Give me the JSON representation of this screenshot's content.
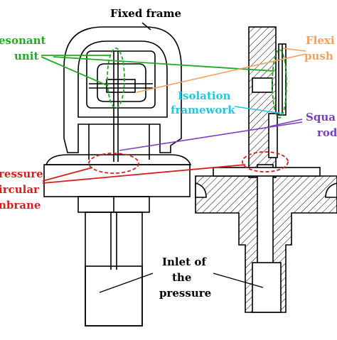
{
  "labels": {
    "fixed_frame": "Fixed frame",
    "resonant_unit_line1": "esonant",
    "resonant_unit_line2": "unit",
    "flexible_push_line1": "Flexi",
    "flexible_push_line2": "push",
    "isolation_line1": "Isolation",
    "isolation_line2": "framework",
    "square_rod_line1": "Squa",
    "square_rod_line2": "rod",
    "pressure_line1": "ressure",
    "pressure_line2": "ircular",
    "pressure_line3": "nbrane",
    "inlet_line1": "Inlet of",
    "inlet_line2": "the",
    "inlet_line3": "pressure"
  },
  "colors": {
    "resonant_unit": "#22aa22",
    "flexible_push": "#f0a060",
    "isolation": "#22c8e0",
    "square_rod": "#7a3fc0",
    "pressure": "#d61f1f",
    "outline": "#000000",
    "hatch": "#000000"
  }
}
